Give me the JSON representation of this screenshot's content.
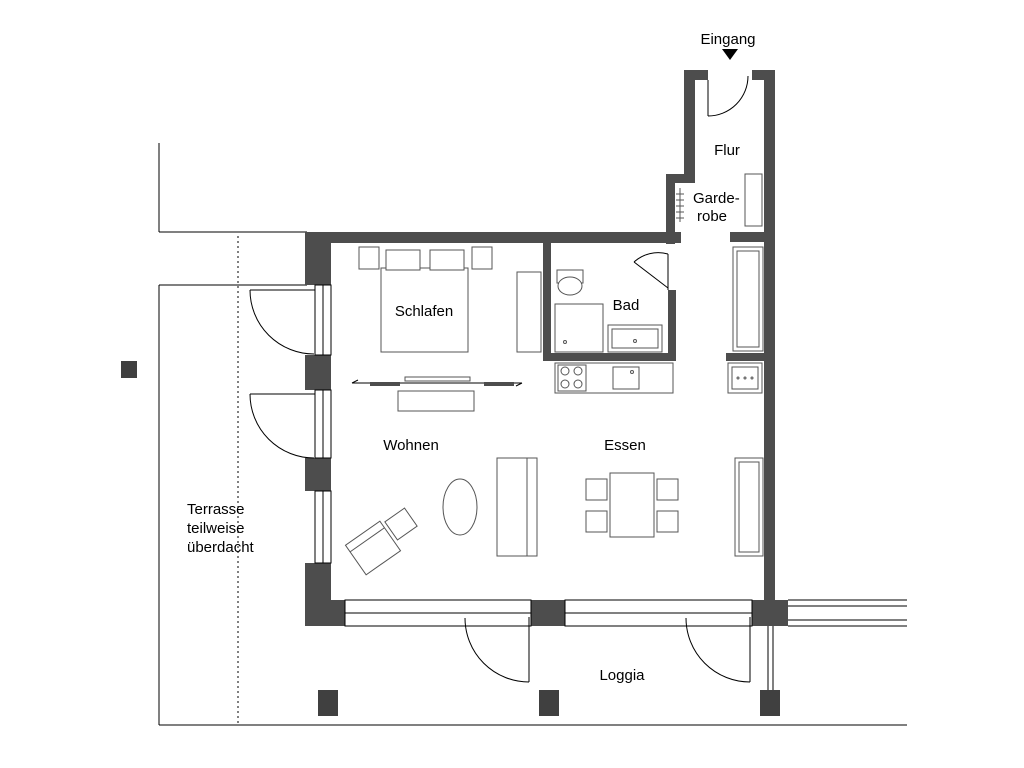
{
  "floorplan": {
    "entrance": {
      "label": "Eingang",
      "marker_icon": "arrow-down-icon"
    },
    "rooms": {
      "flur": "Flur",
      "garderobe_line1": "Garde-",
      "garderobe_line2": "robe",
      "schlafen": "Schlafen",
      "bad": "Bad",
      "wohnen": "Wohnen",
      "essen": "Essen",
      "loggia": "Loggia",
      "terrasse_line1": "Terrasse",
      "terrasse_line2": "teilweise",
      "terrasse_line3": "überdacht"
    },
    "colors": {
      "wall": "#4d4d4d",
      "line": "#000000",
      "furniture": "#555555",
      "background": "#ffffff"
    }
  }
}
